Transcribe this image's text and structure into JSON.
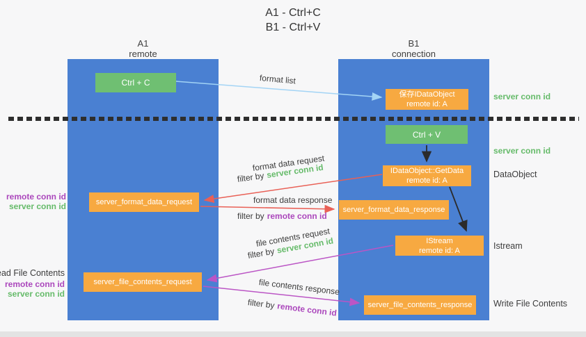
{
  "title": {
    "line1": "A1 - Ctrl+C",
    "line2": "B1 - Ctrl+V"
  },
  "lanes": {
    "left": {
      "title": "A1",
      "subtitle": "remote"
    },
    "right": {
      "title": "B1",
      "subtitle": "connection"
    }
  },
  "nodes": {
    "ctrl_c": {
      "label": "Ctrl + C"
    },
    "save_idataobject": {
      "line1": "保存IDataObject",
      "line2": "remote id: A"
    },
    "ctrl_v": {
      "label": "Ctrl + V"
    },
    "getdata": {
      "line1": "IDataObject::GetData",
      "line2": "remote id: A"
    },
    "format_request": {
      "label": "server_format_data_request"
    },
    "format_response": {
      "label": "server_format_data_response"
    },
    "istream": {
      "line1": "IStream",
      "line2": "remote id: A"
    },
    "file_request": {
      "label": "server_file_contents_request"
    },
    "file_response": {
      "label": "server_file_contents_response"
    }
  },
  "arrow_labels": {
    "format_list": "format list",
    "format_data_request": "format data request",
    "format_data_response": "format data response",
    "file_contents_request": "file contents request",
    "file_contents_response": "file contents response",
    "filter_by": "filter by",
    "server_conn_id": "server conn id",
    "remote_conn_id": "remote conn id"
  },
  "side_labels": {
    "server_conn_id_top": "server conn id",
    "server_conn_id_mid": "server conn id",
    "dataobject": "DataObject",
    "istream": "Istream",
    "write_file_contents": "Write File Contents",
    "read_file_contents": "Read File Contents",
    "remote_conn_id_1": "remote conn id",
    "server_conn_id_1": "server conn id",
    "remote_conn_id_2": "remote conn id",
    "server_conn_id_2": "server conn id"
  },
  "colors": {
    "bg": "#f7f7f8",
    "lane_blue": "#4a80d2",
    "node_green": "#6fbf72",
    "node_orange": "#f7a941",
    "arrow_blue": "#a3d4f5",
    "arrow_red": "#e96056",
    "arrow_magenta": "#bb55c5",
    "arrow_black": "#2b2b2b",
    "text_green": "#66bb6a",
    "text_purple": "#ab47bc"
  }
}
